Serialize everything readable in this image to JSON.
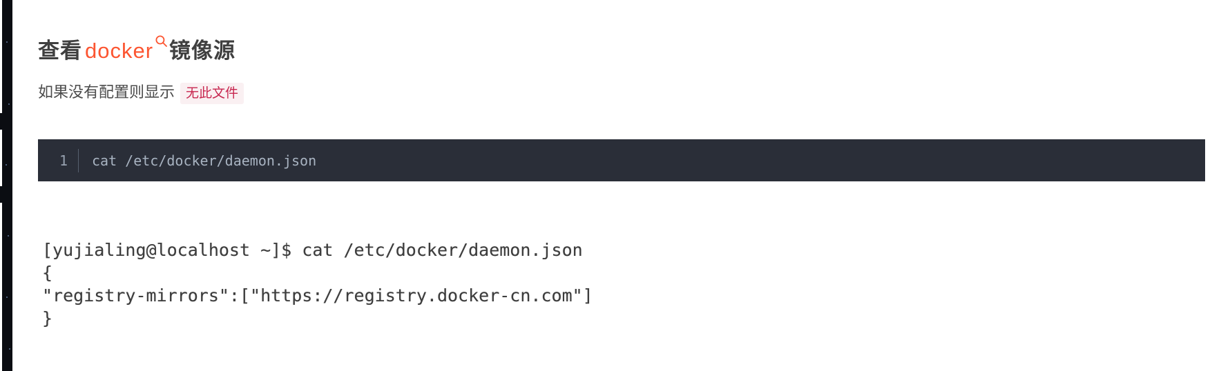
{
  "heading": {
    "prefix": "查看",
    "keyword": "docker",
    "suffix": "镜像源"
  },
  "paragraph": {
    "text": "如果没有配置则显示",
    "inline_code": "无此文件"
  },
  "code_block": {
    "line_number": "1",
    "code": "cat /etc/docker/daemon.json"
  },
  "terminal": {
    "lines": [
      "[yujialing@localhost ~]$ cat /etc/docker/daemon.json",
      "{",
      "\"registry-mirrors\":[\"https://registry.docker-cn.com\"]",
      "}"
    ]
  },
  "icons": {
    "search_icon": "magnifier"
  },
  "colors": {
    "keyword_link": "#fc5531",
    "inline_code_text": "#c7254e",
    "inline_code_bg": "#faf0f2",
    "code_block_bg": "#2a2e38",
    "code_text": "#a8b3c1",
    "line_number": "#97a1af",
    "terminal_text": "#3d3d3d",
    "edge_strip": "#0b0d12"
  }
}
